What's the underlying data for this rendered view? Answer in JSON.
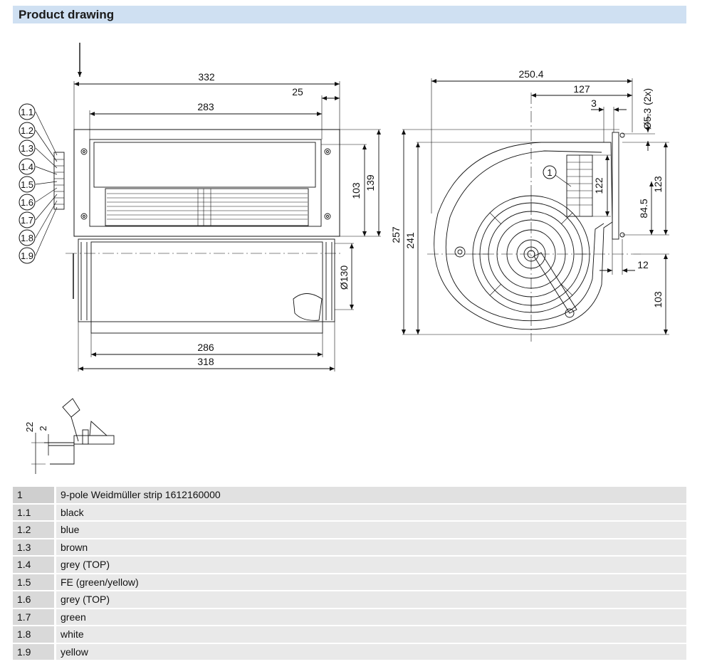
{
  "header": {
    "title": "Product drawing"
  },
  "drawing": {
    "front_view": {
      "dims": {
        "overall_width": "332",
        "flange": "25",
        "inner_width": "283",
        "frame_height": "103",
        "total_height": "139",
        "outlet_diameter": "Ø130",
        "housing_width": "286",
        "base_width": "318"
      },
      "callouts": [
        "1.1",
        "1.2",
        "1.3",
        "1.4",
        "1.5",
        "1.6",
        "1.7",
        "1.8",
        "1.9"
      ]
    },
    "side_view": {
      "dims": {
        "overall_width": "250.4",
        "center_offset": "127",
        "small_offset": "3",
        "hole": "Ø5.3 (2x)",
        "strip_height": "122",
        "outer_height": "257",
        "inner_height": "241",
        "mount_height": "123",
        "mount_offset": "84.5",
        "tab": "12",
        "lower_height": "103"
      },
      "callout": "1"
    },
    "detail_view": {
      "dims": {
        "height": "22",
        "offset": "2"
      }
    }
  },
  "legend": [
    {
      "id": "1",
      "desc": "9-pole Weidmüller strip 1612160000"
    },
    {
      "id": "1.1",
      "desc": "black"
    },
    {
      "id": "1.2",
      "desc": "blue"
    },
    {
      "id": "1.3",
      "desc": "brown"
    },
    {
      "id": "1.4",
      "desc": "grey (TOP)"
    },
    {
      "id": "1.5",
      "desc": "FE (green/yellow)"
    },
    {
      "id": "1.6",
      "desc": "grey (TOP)"
    },
    {
      "id": "1.7",
      "desc": "green"
    },
    {
      "id": "1.8",
      "desc": "white"
    },
    {
      "id": "1.9",
      "desc": "yellow"
    }
  ]
}
